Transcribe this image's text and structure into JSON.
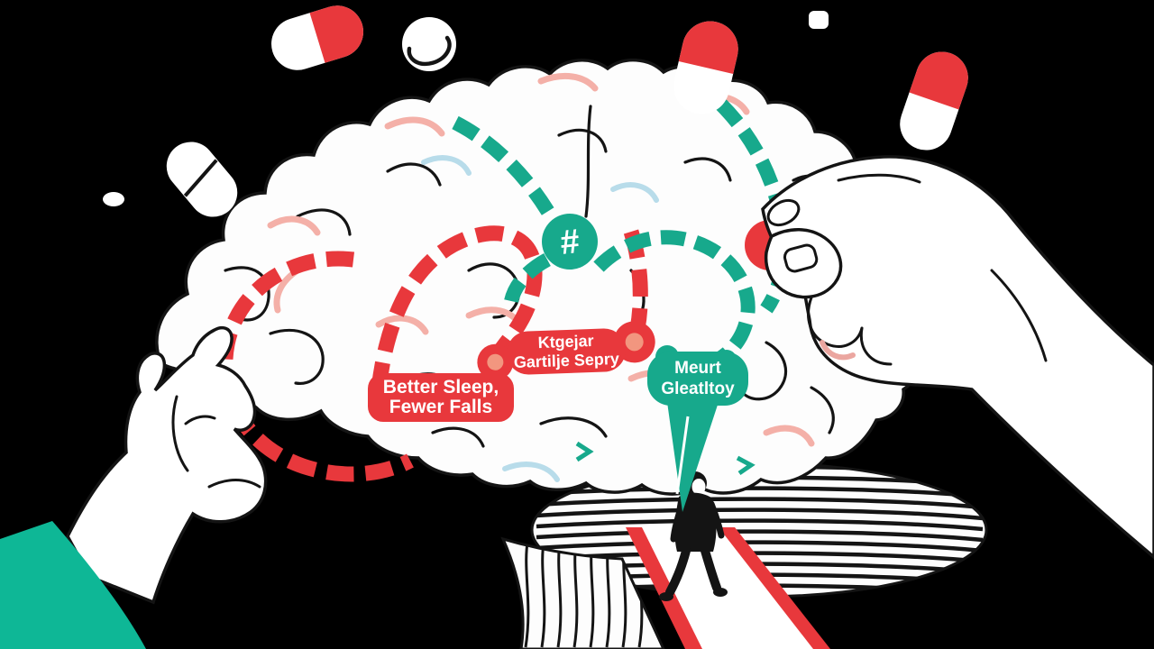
{
  "scene": {
    "background_color": "#000000",
    "description": "Illustration: two hands around a maze-like brain with dashed routes, scattered pills, speech bubbles and a small walking figure on a red-edged path"
  },
  "palette": {
    "red": "#e8383c",
    "red_light": "#f2967f",
    "teal": "#17a98c",
    "sleeve_teal": "#0eb796",
    "pink_accent": "#f4b0a8",
    "blue_accent": "#b8dcea",
    "ink": "#141414",
    "paper": "#fdfdfd"
  },
  "labels": {
    "benefit_bubble": {
      "line1": "Better Sleep,",
      "line2": "Fewer Falls"
    },
    "red_bubble": {
      "line1": "Ktgejar",
      "line2": "Gartilje Sepry"
    },
    "teal_bubble": {
      "line1": "Meurt",
      "line2": "Gleatltoy"
    },
    "hash_badge": "#"
  },
  "elements": {
    "pills": [
      "red-white capsule",
      "white tablet",
      "white capsule",
      "red-white capsule",
      "red-white capsule",
      "white oval",
      "white square"
    ],
    "figures": [
      "left hand with teal sleeve",
      "right hand picking red pill",
      "walking person on red-edged path"
    ],
    "routes": [
      "red dashed brain route",
      "teal dashed brain route"
    ]
  }
}
